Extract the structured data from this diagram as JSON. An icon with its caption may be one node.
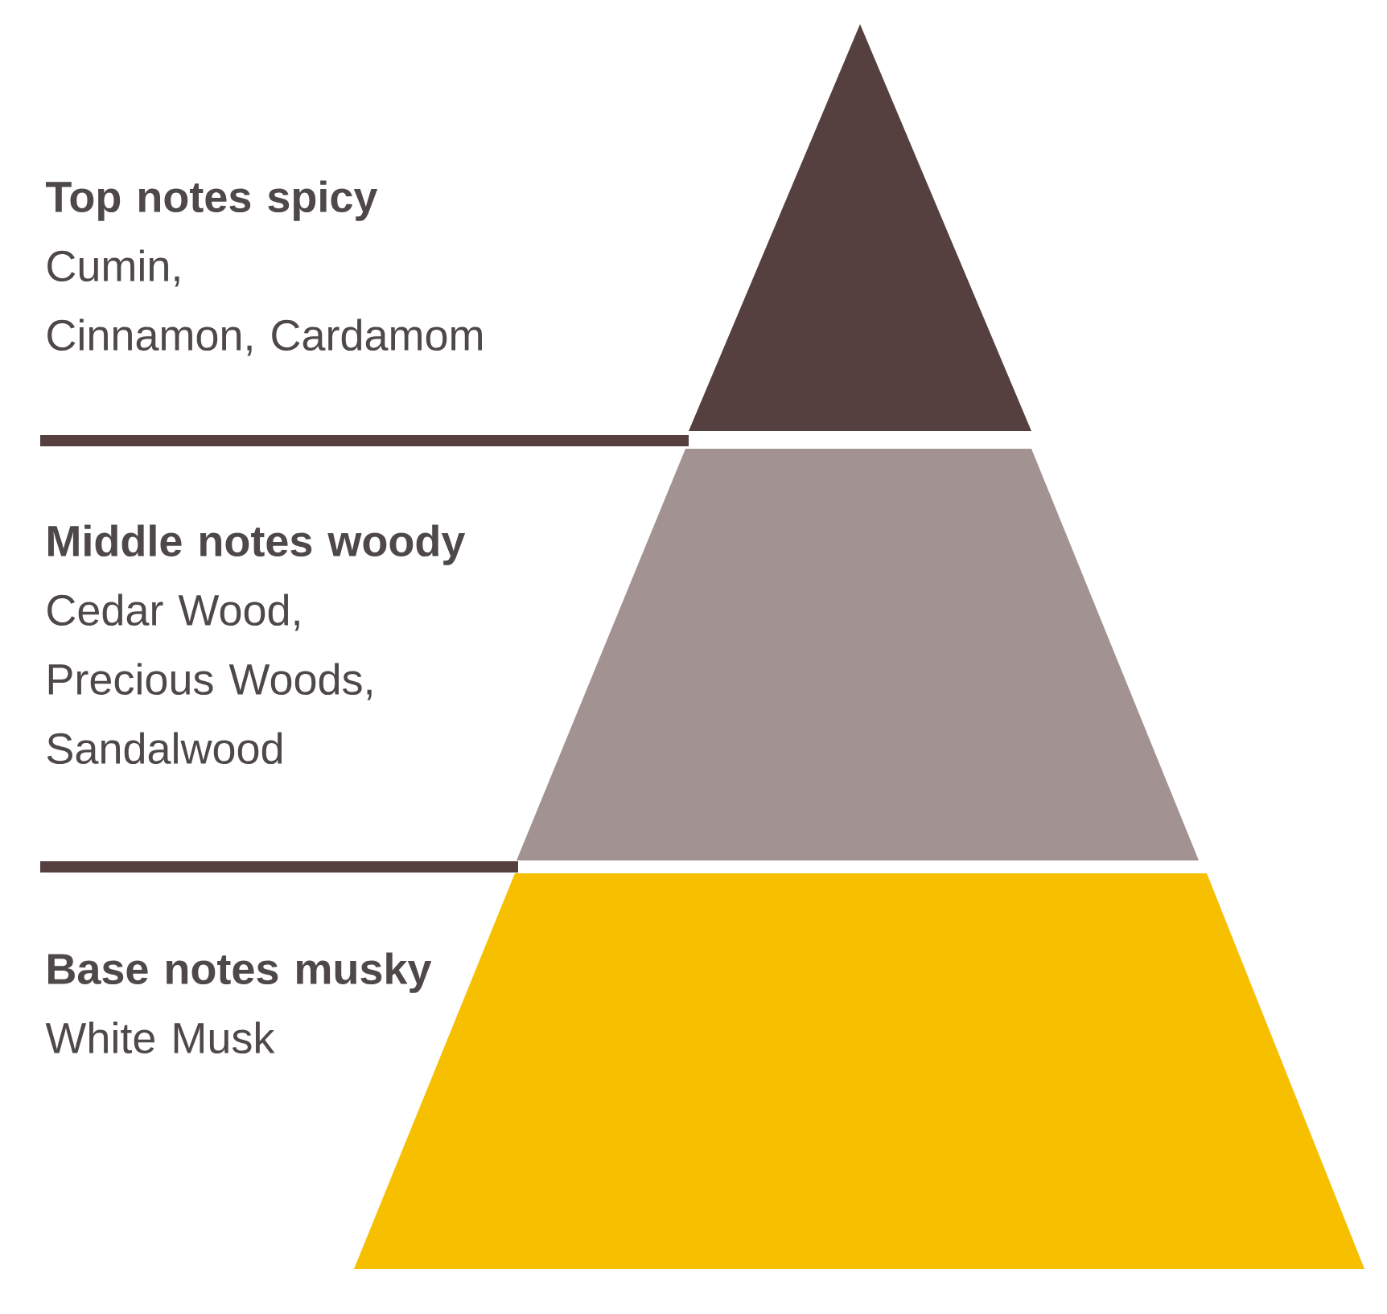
{
  "diagram": {
    "nodes": [
      {
        "text": [],
        "shape": "triangle",
        "beside": [
          "Top notes spicy",
          "Cumin, Cinnamon, Cardamom"
        ]
      },
      {
        "text": [],
        "shape": "trapezoid",
        "beside": [
          "Middle notes woody",
          "Cedar Wood, Precious Woods, Sandalwood"
        ]
      },
      {
        "text": [],
        "shape": "trapezoid",
        "beside": [
          "Base notes musky",
          "White Musk"
        ]
      }
    ]
  }
}
